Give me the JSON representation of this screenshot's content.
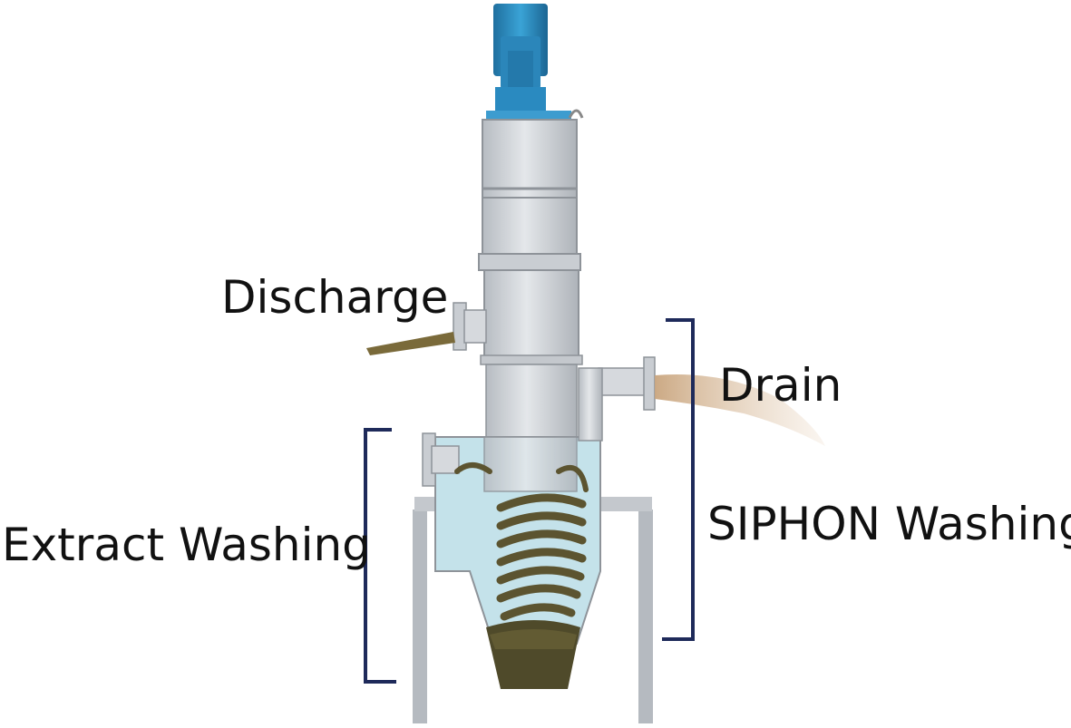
{
  "labels": {
    "discharge": "Discharge",
    "drain": "Drain",
    "siphon_washing": "SIPHON Washing",
    "extract_washing": "Extract Washing"
  },
  "colors": {
    "motor": "#2f8fc4",
    "body_metal": "#cfd3d8",
    "leg_metal": "#b9bec4",
    "water": "#bcdfe8",
    "sediment": "#5c5430",
    "bracket": "#1e2a5a",
    "drain_flow": "#d9b48e"
  }
}
